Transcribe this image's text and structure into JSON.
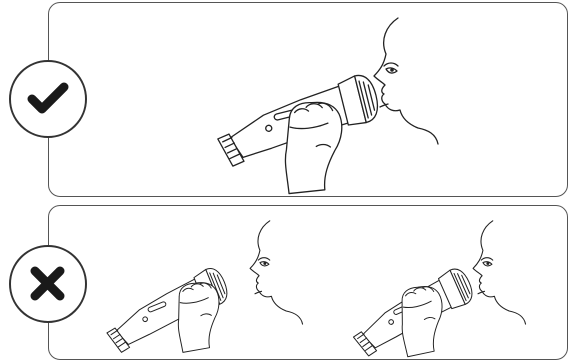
{
  "badges": [
    {
      "id": "correct",
      "icon": "checkmark-icon",
      "color": "#1a1a1a"
    },
    {
      "id": "wrong",
      "icon": "cross-icon",
      "color": "#1a1a1a"
    }
  ],
  "panels": [
    {
      "id": "correct",
      "scene": "microphone-close-to-mouth"
    },
    {
      "id": "wrong",
      "scene": "microphone-too-far-or-too-close"
    }
  ],
  "colors": {
    "outline": "#555555",
    "ink": "#222222",
    "background": "#ffffff"
  }
}
